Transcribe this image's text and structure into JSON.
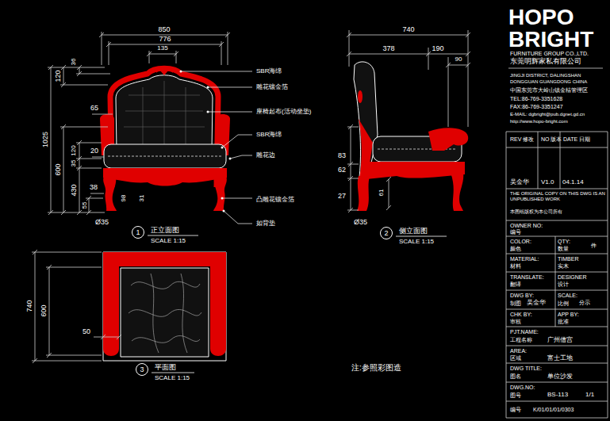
{
  "diagram": {
    "nodes": [
      {
        "text": [
          "1"
        ]
      },
      {
        "text": [
          "2"
        ]
      },
      {
        "text": [
          "3"
        ]
      }
    ],
    "labels": [
      "850",
      "776",
      "135",
      "120",
      "36",
      "1025",
      "600",
      "120",
      "430",
      "35",
      "55",
      "65",
      "20",
      "38",
      "98",
      "31",
      "Ø35",
      "SBR海绵",
      "雕花镶金箔",
      "座椅起布(活动坐垫)",
      "SBR海绵",
      "雕花边",
      "凸雕花镶金箔",
      "如背垫",
      "正立面图",
      "SCALE 1:15",
      "740",
      "378",
      "190",
      "90",
      "83",
      "62",
      "27",
      "61",
      "Ø35",
      "侧立面图",
      "SCALE 1:15",
      "740",
      "600",
      "50",
      "平面图",
      "SCALE 1:15",
      "注:参照彩图造",
      "HOPO",
      "BRIGHT",
      "FURNITURE GROUP CO.,LTD.",
      "东莞明辉家私有限公司",
      "JINGJI DISTRICT, DALINGSHAN",
      "DONGGUAN GUANGDONG CHINA",
      "中国东莞市大岭山镇金桔管理区",
      "TEL:86-769-3351628",
      "FAX:86-769-3351247",
      "E-MAIL: dgbright@pub.dgnet.gd.cn",
      "http://www.hopo-bright.com",
      "REV 修改",
      "NO 版本",
      "DATE 日期",
      "吴金华",
      "V1.0",
      "04.1.14",
      "THE ORIGINAL COPY ON THIS DWG IS AN UNPUBLISHED WORK",
      "本图纸版权为本公司所有",
      "OWNER NO:",
      "编号",
      "COLOR:",
      "QTY:",
      "颜色",
      "数量",
      "件",
      "MATERIAL:",
      "TIMBER",
      "材料",
      "实木",
      "TRANSLATE:",
      "DESIGNER",
      "翻译",
      "设计",
      "DWG BY:",
      "SCALE:",
      "制图",
      "吴金华",
      "比例",
      "分示",
      "CHK BY:",
      "APP BY:",
      "审核",
      "批准",
      "PJT.NAME:",
      "工程名称",
      "广州借宫",
      "AREA:",
      "区域",
      "富士工地",
      "DWG TITLE:",
      "图名",
      "单位沙发",
      "DWG.NO:",
      "图号",
      "BS-113",
      "1/1",
      "编号",
      "K/01/01/01/0303"
    ]
  }
}
